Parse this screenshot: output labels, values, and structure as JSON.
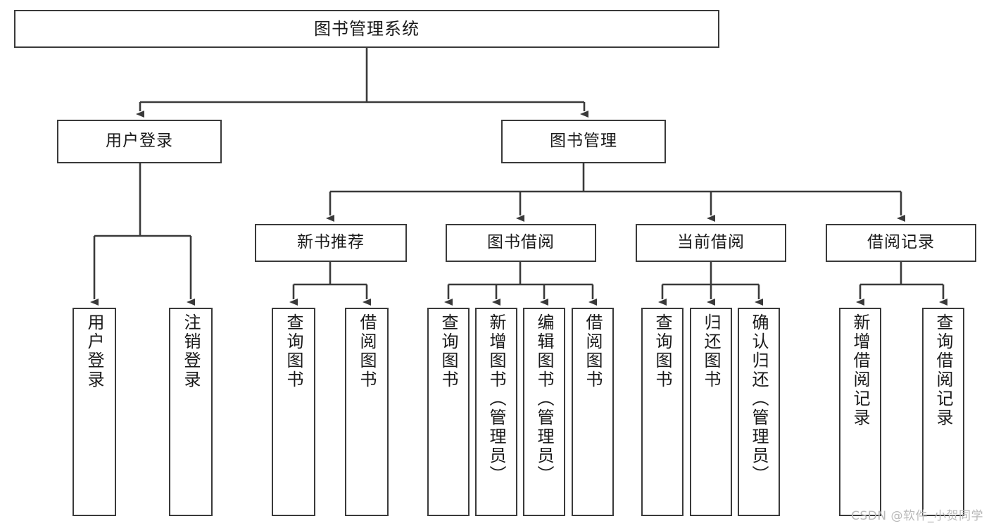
{
  "diagram": {
    "title": "图书管理系统",
    "type": "tree",
    "root": {
      "label": "图书管理系统"
    },
    "tier2": [
      {
        "label": "用户登录"
      },
      {
        "label": "图书管理"
      }
    ],
    "tier3": [
      {
        "label": "新书推荐"
      },
      {
        "label": "图书借阅"
      },
      {
        "label": "当前借阅"
      },
      {
        "label": "借阅记录"
      }
    ],
    "leaves": {
      "user_login": [
        {
          "label": "用户登录"
        },
        {
          "label": "注销登录"
        }
      ],
      "new_book_recommend": [
        {
          "label": "查询图书"
        },
        {
          "label": "借阅图书"
        }
      ],
      "book_borrow": [
        {
          "label": "查询图书"
        },
        {
          "label": "新增图书（管理员）"
        },
        {
          "label": "编辑图书（管理员）"
        },
        {
          "label": "借阅图书"
        }
      ],
      "current_borrow": [
        {
          "label": "查询图书"
        },
        {
          "label": "归还图书"
        },
        {
          "label": "确认归还（管理员）"
        }
      ],
      "borrow_record": [
        {
          "label": "新增借阅记录"
        },
        {
          "label": "查询借阅记录"
        }
      ]
    }
  },
  "watermark": {
    "text": "CSDN @软件_小贺同学"
  },
  "colors": {
    "border": "#3a3a3a",
    "background": "#ffffff",
    "text": "#1a1a1a",
    "watermark": "#b9b9b9"
  }
}
